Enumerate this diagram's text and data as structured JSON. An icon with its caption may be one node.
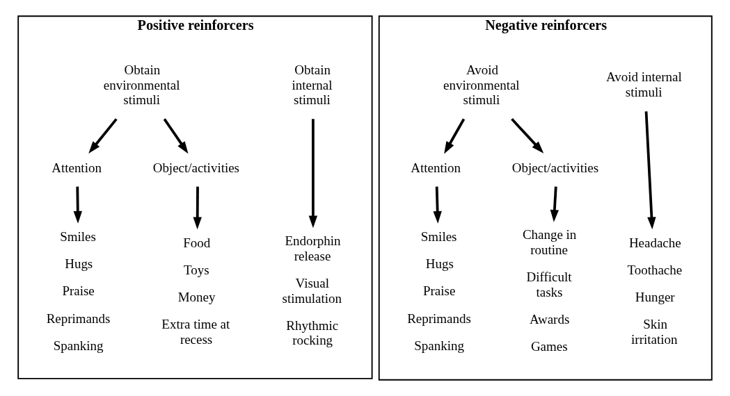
{
  "diagram": {
    "nodes": [
      {
        "text": [
          "Positive reinforcers"
        ]
      },
      {
        "text": [
          "Obtain internal stimuli"
        ],
        "in": 0
      },
      {
        "text": [
          "Obtain environmental stimuli"
        ],
        "in": 0
      },
      {
        "text": [
          "Attention"
        ],
        "in": 0
      },
      {
        "text": [
          "Object/activities"
        ],
        "in": 0
      },
      {
        "text": [
          "Endorphin release",
          "Visual stimulation",
          "Rhythmic rocking"
        ],
        "in": 0
      },
      {
        "text": [
          "Smiles",
          "Hugs",
          "Praise",
          "Reprimands",
          "Spanking"
        ],
        "in": 0
      },
      {
        "text": [
          "Food",
          "Toys",
          "Money",
          "Extra time at recess"
        ],
        "in": 0
      },
      {
        "text": [
          "Negative reinforcers"
        ]
      },
      {
        "text": [
          "Avoid internal stimuli"
        ],
        "in": 8
      },
      {
        "text": [
          "Avoid environmental stimuli"
        ],
        "in": 8
      },
      {
        "text": [
          "Attention"
        ],
        "in": 8
      },
      {
        "text": [
          "Object/activities"
        ],
        "in": 8
      },
      {
        "text": [
          "Headache",
          "Toothache",
          "Hunger",
          "Skin irritation"
        ],
        "in": 8
      },
      {
        "text": [
          "Smiles",
          "Hugs",
          "Praise",
          "Reprimands",
          "Spanking"
        ],
        "in": 8
      },
      {
        "text": [
          "Change in routine",
          "Difficult tasks",
          "Awards",
          "Games"
        ],
        "in": 8
      }
    ],
    "edges": [
      {
        "from": 1,
        "to": 5,
        "arrow": "to"
      },
      {
        "from": 2,
        "to": 3,
        "arrow": "to"
      },
      {
        "from": 2,
        "to": 4,
        "arrow": "to"
      },
      {
        "from": 3,
        "to": 6,
        "arrow": "to"
      },
      {
        "from": 4,
        "to": 7,
        "arrow": "to"
      },
      {
        "from": 9,
        "to": 13,
        "arrow": "to"
      },
      {
        "from": 10,
        "to": 11,
        "arrow": "to"
      },
      {
        "from": 10,
        "to": 12,
        "arrow": "to"
      },
      {
        "from": 11,
        "to": 14,
        "arrow": "to"
      },
      {
        "from": 12,
        "to": 15,
        "arrow": "to"
      }
    ]
  }
}
